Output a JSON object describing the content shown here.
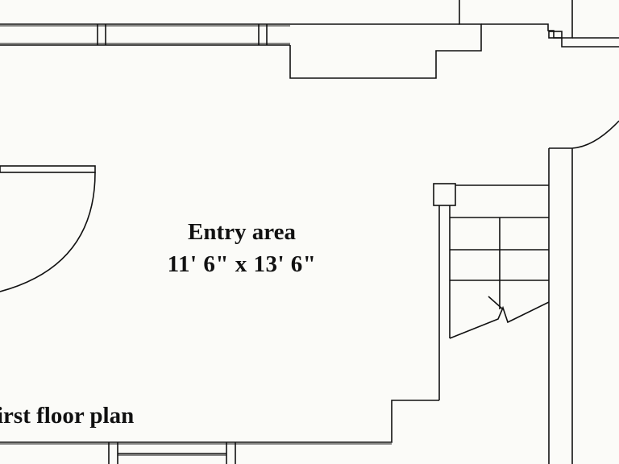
{
  "room": {
    "name": "Entry area",
    "dimensions": "11' 6\" x 13' 6\""
  },
  "plan_label": "irst floor plan",
  "colors": {
    "background": "#fbfbf8",
    "line": "#111111"
  }
}
